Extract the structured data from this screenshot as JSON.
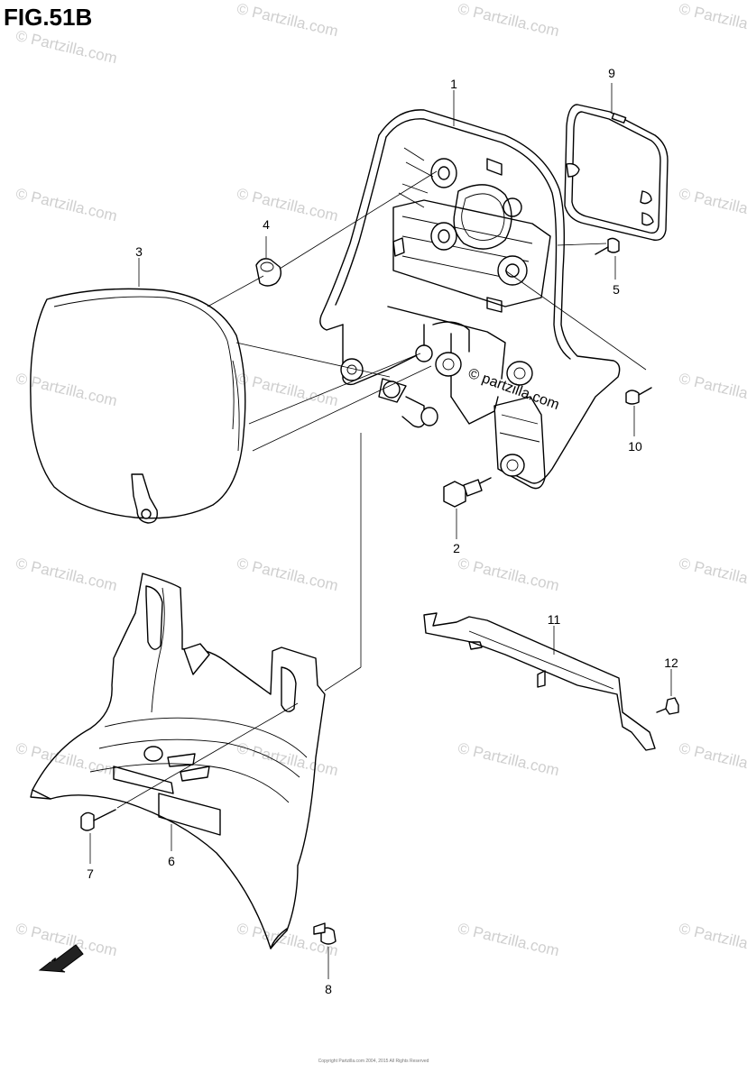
{
  "figure": {
    "title": "FIG.51B",
    "watermark_text": "© Partzilla.com",
    "center_watermark": "© partzilla.com",
    "footer": "Copyright Partzilla.com 2004, 2015  All Rights Reserved"
  },
  "callouts": [
    {
      "id": "1",
      "label": "1"
    },
    {
      "id": "2",
      "label": "2"
    },
    {
      "id": "3",
      "label": "3"
    },
    {
      "id": "4",
      "label": "4"
    },
    {
      "id": "5",
      "label": "5"
    },
    {
      "id": "6",
      "label": "6"
    },
    {
      "id": "7",
      "label": "7"
    },
    {
      "id": "8",
      "label": "8"
    },
    {
      "id": "9",
      "label": "9"
    },
    {
      "id": "10",
      "label": "10"
    },
    {
      "id": "11",
      "label": "11"
    },
    {
      "id": "12",
      "label": "12"
    }
  ],
  "direction_arrow": {
    "label": "FWD",
    "icon": "fwd-arrow-icon"
  }
}
